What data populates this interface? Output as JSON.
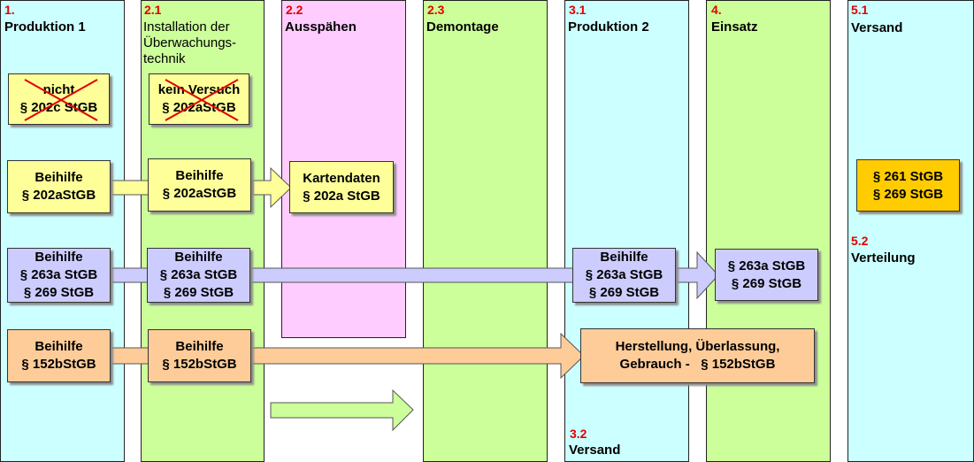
{
  "columns": [
    {
      "id": "col1",
      "number": "1.",
      "title": "Produktion 1"
    },
    {
      "id": "col21",
      "number": "2.1",
      "title_lines": [
        "Installation der",
        "Überwachungs-",
        "technik"
      ]
    },
    {
      "id": "col22",
      "number": "2.2",
      "title": "Ausspähen"
    },
    {
      "id": "col23",
      "number": "2.3",
      "title": "Demontage"
    },
    {
      "id": "col31",
      "number": "3.1",
      "title": "Produktion 2"
    },
    {
      "id": "col4",
      "number": "4.",
      "title": "Einsatz"
    },
    {
      "id": "col51",
      "number": "5.1",
      "title": "Versand"
    }
  ],
  "sublabels": {
    "s32": {
      "number": "3.2",
      "title": "Versand"
    },
    "s52": {
      "number": "5.2",
      "title": "Verteilung"
    }
  },
  "boxes": {
    "c1_nicht": {
      "lines": [
        "nicht",
        "§ 202c StGB"
      ],
      "crossed": true
    },
    "c2_kein": {
      "lines": [
        "kein Versuch",
        "§ 202aStGB"
      ],
      "crossed": true
    },
    "c1_202a": {
      "lines": [
        "Beihilfe",
        "§ 202aStGB"
      ]
    },
    "c2_202a": {
      "lines": [
        "Beihilfe",
        "§ 202aStGB"
      ]
    },
    "c3_karten": {
      "lines": [
        "Kartendaten",
        "§ 202a StGB"
      ]
    },
    "c1_263": {
      "lines": [
        "Beihilfe",
        "§ 263a StGB",
        "§ 269 StGB"
      ]
    },
    "c2_263": {
      "lines": [
        "Beihilfe",
        "§ 263a StGB",
        "§ 269 StGB"
      ]
    },
    "c31_263": {
      "lines": [
        "Beihilfe",
        "§ 263a StGB",
        "§ 269 StGB"
      ]
    },
    "c4_263": {
      "lines": [
        "§ 263a StGB",
        "§ 269 StGB"
      ]
    },
    "c1_152": {
      "lines": [
        "Beihilfe",
        "§ 152bStGB"
      ]
    },
    "c2_152": {
      "lines": [
        "Beihilfe",
        "§ 152bStGB"
      ]
    },
    "c31_152": {
      "lines": [
        "Herstellung, Überlassung,",
        "Gebrauch -   § 152bStGB"
      ]
    },
    "c51_261": {
      "lines": [
        "§ 261 StGB",
        "§ 269 StGB"
      ]
    }
  },
  "colors": {
    "cyan": "#ccffff",
    "green": "#ccff99",
    "pink": "#ffccff",
    "yellow_box": "#ffff99",
    "lavender_box": "#ccccff",
    "peach_box": "#fdcc99",
    "gold_box": "#ffcc00",
    "number_red": "#e00000",
    "cross_red": "#e00000"
  }
}
